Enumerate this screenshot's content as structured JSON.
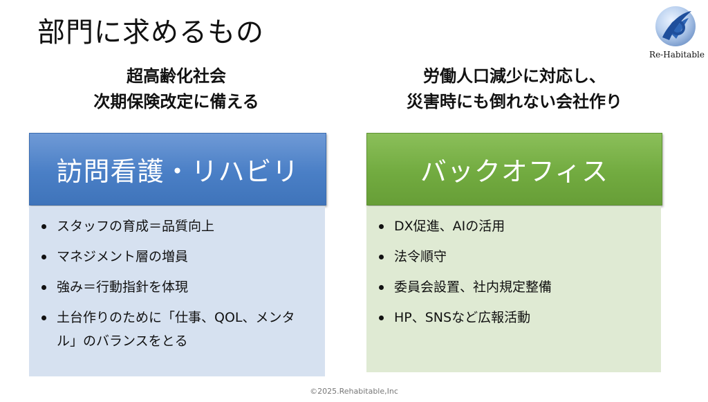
{
  "page": {
    "title": "部門に求めるもの",
    "footer": "©2025.Rehabitable,Inc"
  },
  "logo": {
    "text": "Re-Habitable",
    "icon": "re-habitable-logo-icon"
  },
  "left": {
    "subtitle_line1": "超高齢化社会",
    "subtitle_line2": "次期保険改定に備える",
    "header": "訪問看護・リハビリ",
    "items": [
      "スタッフの育成＝品質向上",
      "マネジメント層の増員",
      "強み＝行動指針を体現",
      "土台作りのために「仕事、QOL、メンタル」のバランスをとる"
    ]
  },
  "right": {
    "subtitle_line1": "労働人口減少に対応し、",
    "subtitle_line2": "災害時にも倒れない会社作り",
    "header": "バックオフィス",
    "items": [
      "DX促進、AIの活用",
      "法令順守",
      "委員会設置、社内規定整備",
      "HP、SNSなど広報活動"
    ]
  },
  "colors": {
    "left_header": "#4a7fc6",
    "left_body": "#d6e1f0",
    "right_header": "#72ab40",
    "right_body": "#dfead3"
  }
}
